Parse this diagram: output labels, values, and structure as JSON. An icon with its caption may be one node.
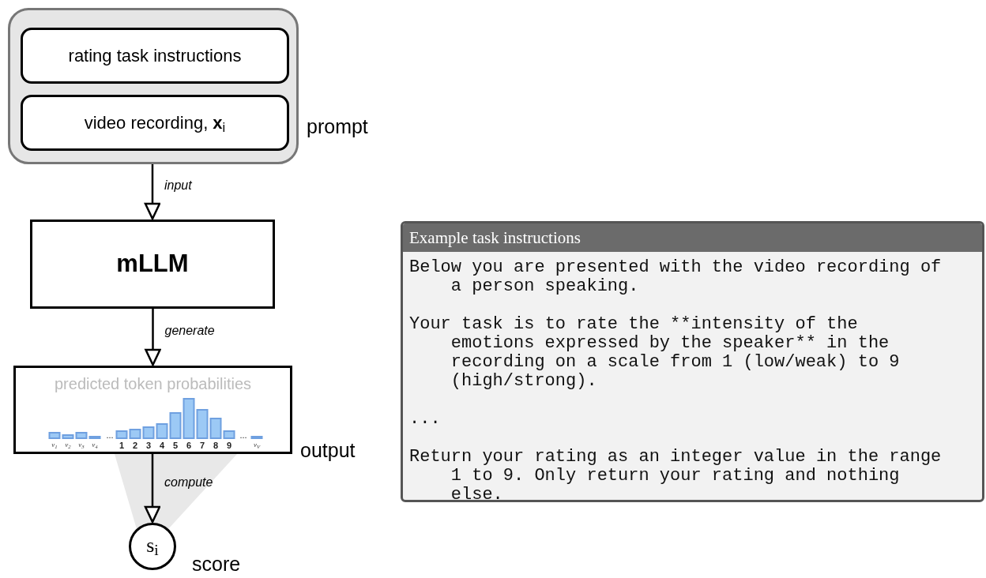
{
  "diagram": {
    "nodes": [
      {
        "text": [],
        "shape": "box",
        "beside": [
          "prompt"
        ]
      },
      {
        "text": [
          "rating task instructions"
        ],
        "in": 0
      },
      {
        "text": [
          "video recording, **x**$_{i}$"
        ],
        "in": 0
      },
      {
        "text": [
          "mLLM"
        ]
      },
      {
        "text": [
          "predicted token probabilities"
        ],
        "beside": [
          "output"
        ]
      },
      {
        "text": [
          "s$_{i}$"
        ],
        "beside": [
          "score"
        ]
      },
      {
        "text": [
          "Example task instructions",
          "Below you are presented with the video recording of a person speaking.",
          "Your task is to rate the **intensity of the emotions expressed by the speaker** in the recording on a scale from 1 (low/weak) to 9 (high/strong).",
          "...",
          "Return your rating as an integer value in the range 1 to 9. Only return your rating and nothing else."
        ]
      }
    ],
    "edges": [
      {
        "from": 0,
        "to": 3,
        "arrow": "to",
        "label": "input"
      },
      {
        "from": 3,
        "to": 4,
        "arrow": "to",
        "label": "generate"
      },
      {
        "from": 4,
        "to": 5,
        "arrow": "to",
        "label": "compute"
      }
    ],
    "labels": [
      "v$_{1}$",
      "v$_{2}$",
      "v$_{3}$",
      "v$_{4}$",
      "...",
      "1",
      "2",
      "3",
      "4",
      "5",
      "6",
      "7",
      "8",
      "9",
      "...",
      "v$_{V}$"
    ]
  }
}
